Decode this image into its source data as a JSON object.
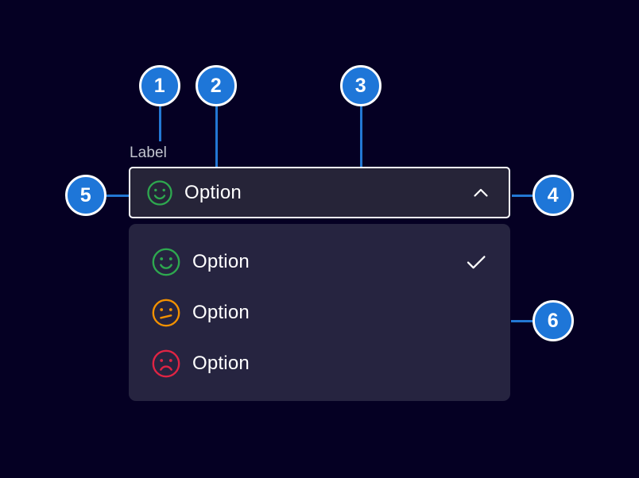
{
  "canvas": {
    "background_color": "#050023",
    "accent_color": "#1e76d8"
  },
  "field": {
    "label": "Label",
    "label_color": "#c2c5ce",
    "select": {
      "value_text": "Option",
      "value_icon": "face-happy-icon",
      "value_icon_color": "#2ea84f",
      "toggle_icon": "chevron-up-icon",
      "expanded": true,
      "border_color": "#ffffff",
      "fill_color": "#262438"
    }
  },
  "dropdown": {
    "fill_color": "#262440",
    "items": [
      {
        "label": "Option",
        "icon": "face-happy-icon",
        "icon_color": "#2ea84f",
        "selected": true,
        "check_icon": "check-icon"
      },
      {
        "label": "Option",
        "icon": "face-neutral-icon",
        "icon_color": "#f29100",
        "selected": false,
        "check_icon": "check-icon"
      },
      {
        "label": "Option",
        "icon": "face-sad-icon",
        "icon_color": "#e02444",
        "selected": false,
        "check_icon": "check-icon"
      }
    ]
  },
  "callouts": [
    {
      "number": "1"
    },
    {
      "number": "2"
    },
    {
      "number": "3"
    },
    {
      "number": "4"
    },
    {
      "number": "5"
    },
    {
      "number": "6"
    }
  ]
}
